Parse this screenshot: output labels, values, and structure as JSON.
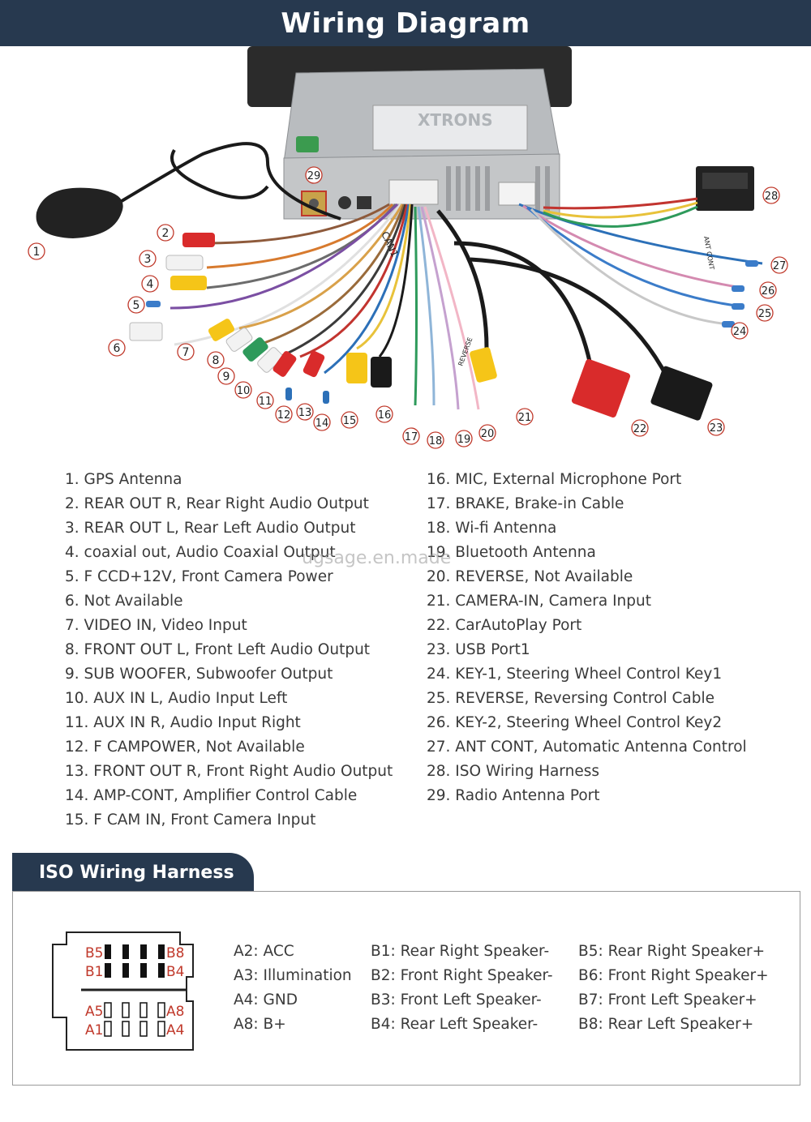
{
  "header": {
    "title": "Wiring Diagram"
  },
  "diagram": {
    "callouts": [
      "1",
      "2",
      "3",
      "4",
      "5",
      "6",
      "7",
      "8",
      "9",
      "10",
      "11",
      "12",
      "13",
      "14",
      "15",
      "16",
      "17",
      "18",
      "19",
      "20",
      "21",
      "22",
      "23",
      "24",
      "25",
      "26",
      "27",
      "28",
      "29"
    ],
    "brand_text": "XTRONS",
    "labels": {
      "can": "CAN1",
      "ant_cont": "ANT CONT",
      "reverse": "REVERSE"
    }
  },
  "legend": {
    "left": [
      "1. GPS Antenna",
      "2. REAR OUT R, Rear Right Audio Output",
      "3. REAR OUT L, Rear Left Audio Output",
      "4. coaxial out, Audio Coaxial Output",
      "5. F CCD+12V, Front Camera Power",
      "6. Not Available",
      "7. VIDEO IN, Video Input",
      "8. FRONT OUT L, Front Left Audio Output",
      "9. SUB WOOFER, Subwoofer Output",
      "10. AUX IN L, Audio Input Left",
      "11. AUX IN R, Audio Input Right",
      "12. F CAMPOWER, Not Available",
      "13. FRONT OUT R, Front Right Audio Output",
      "14. AMP-CONT, Amplifier Control Cable",
      "15. F CAM IN, Front Camera Input"
    ],
    "right": [
      "16. MIC, External Microphone Port",
      "17. BRAKE, Brake-in Cable",
      "18. Wi-fi Antenna",
      "19. Bluetooth Antenna",
      "20. REVERSE, Not Available",
      "21. CAMERA-IN, Camera Input",
      "22. CarAutoPlay Port",
      "23. USB Port1",
      "24. KEY-1, Steering Wheel Control Key1",
      "25. REVERSE, Reversing Control Cable",
      "26. KEY-2, Steering Wheel Control Key2",
      "27. ANT CONT, Automatic Antenna Control",
      "28. ISO Wiring Harness",
      "29. Radio Antenna Port"
    ]
  },
  "watermark": "ugsage.en.made",
  "iso": {
    "title": "ISO Wiring Harness",
    "connector": {
      "b5": "B5",
      "b8": "B8",
      "b1": "B1",
      "b4": "B4",
      "a5": "A5",
      "a8": "A8",
      "a1": "A1",
      "a4": "A4"
    },
    "col_a": [
      "A2: ACC",
      "A3: Illumination",
      "A4: GND",
      "A8: B+"
    ],
    "col_b1": [
      "B1: Rear Right Speaker-",
      "B2: Front Right Speaker-",
      "B3: Front Left Speaker-",
      "B4: Rear Left Speaker-"
    ],
    "col_b5": [
      "B5: Rear Right Speaker+",
      "B6: Front Right Speaker+",
      "B7: Front Left Speaker+",
      "B8: Rear Left Speaker+"
    ]
  },
  "colors": {
    "header": "#27394f",
    "callout_circle": "#c0392b",
    "connector_label": "#c0392b"
  }
}
